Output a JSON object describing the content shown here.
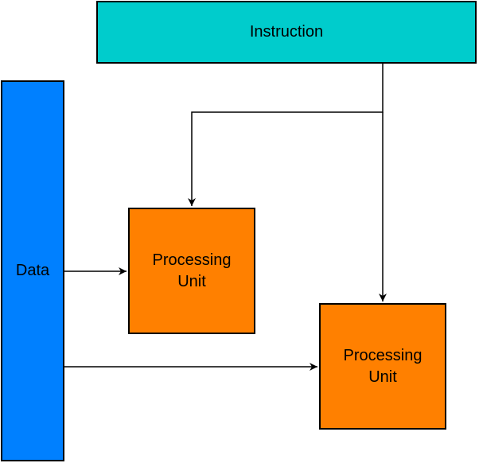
{
  "nodes": {
    "instruction": {
      "label": "Instruction",
      "fill": "#00CCCC"
    },
    "data": {
      "label": "Data",
      "fill": "#0080FF"
    },
    "processing_unit_1": {
      "label": "Processing\nUnit",
      "fill": "#FF8000"
    },
    "processing_unit_2": {
      "label": "Processing\nUnit",
      "fill": "#FF8000"
    }
  },
  "edges": [
    {
      "from": "instruction",
      "to": "processing_unit_1"
    },
    {
      "from": "instruction",
      "to": "processing_unit_2"
    },
    {
      "from": "data",
      "to": "processing_unit_1"
    },
    {
      "from": "data",
      "to": "processing_unit_2"
    }
  ],
  "style": {
    "stroke": "#000000"
  }
}
